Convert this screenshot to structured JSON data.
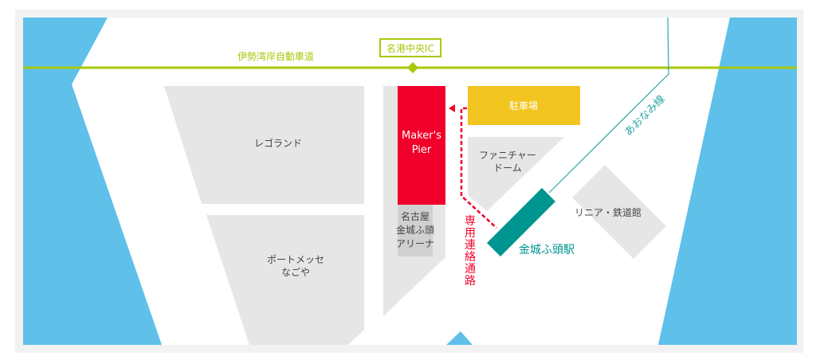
{
  "colors": {
    "water": "#5fc0ea",
    "highway": "#a8c80a",
    "block": "#e6e6e6",
    "makers": "#f0002a",
    "parking": "#f2c521",
    "rail": "#2aa6a6",
    "station": "#009590",
    "route": "#f0002a"
  },
  "highway": {
    "name": "伊勢湾岸自動車道",
    "ic": "名港中央IC"
  },
  "makers_pier": {
    "line1": "Maker's",
    "line2": "Pier"
  },
  "parking": "駐車場",
  "legoland": "レゴランド",
  "portmesse": {
    "line1": "ポートメッセ",
    "line2": "なごや"
  },
  "furniture_dome": {
    "line1": "ファニチャー",
    "line2": "ドーム"
  },
  "linear_museum": "リニア・鉄道館",
  "arena": {
    "line1": "名古屋",
    "line2": "金城ふ頭",
    "line3": "アリーナ"
  },
  "station": "金城ふ頭駅",
  "rail_line": "あおなみ線",
  "passage": [
    "専",
    "用",
    "連",
    "絡",
    "通",
    "路"
  ]
}
